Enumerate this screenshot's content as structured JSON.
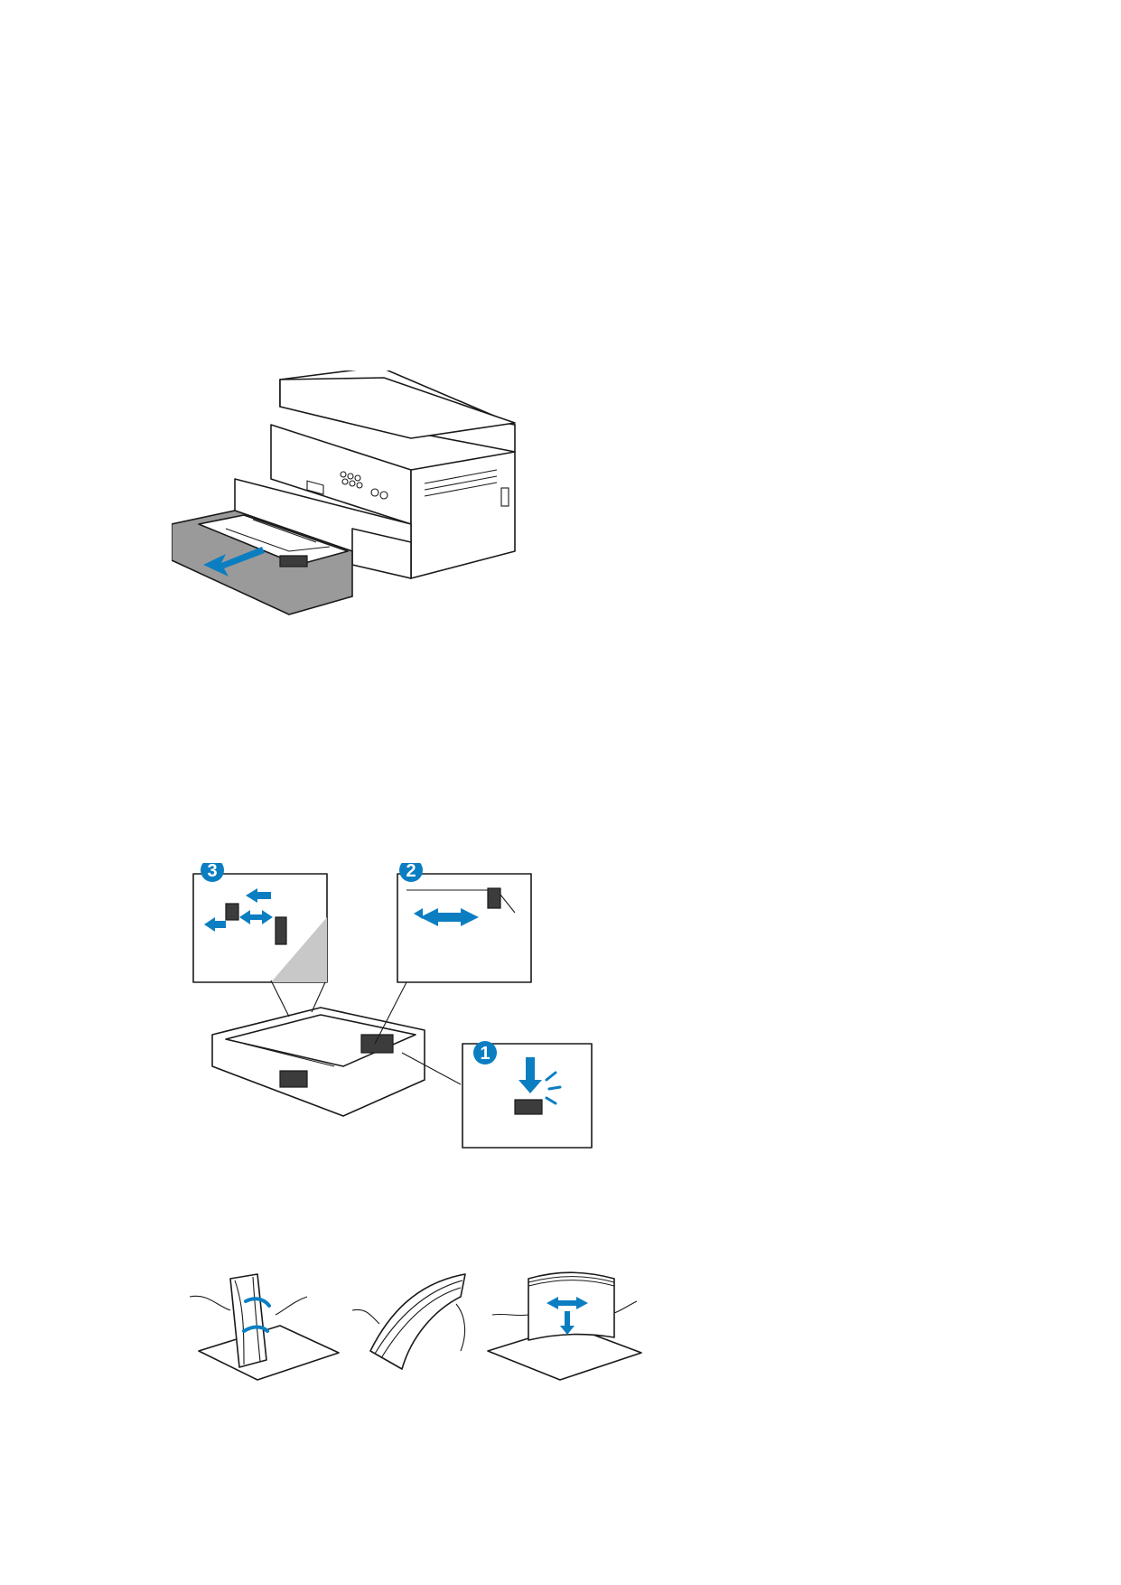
{
  "document": {
    "figures": [
      {
        "id": "fig-printer",
        "description_key": "tray-pull-out"
      },
      {
        "id": "fig-tray-guides",
        "callouts": [
          "1",
          "2",
          "3"
        ]
      },
      {
        "id": "fig-paper-fan"
      }
    ]
  },
  "callouts": {
    "one": "1",
    "two": "2",
    "three": "3"
  },
  "colors": {
    "accent_blue": "#0b7ec2",
    "tray_gray": "#9a9a9a"
  }
}
